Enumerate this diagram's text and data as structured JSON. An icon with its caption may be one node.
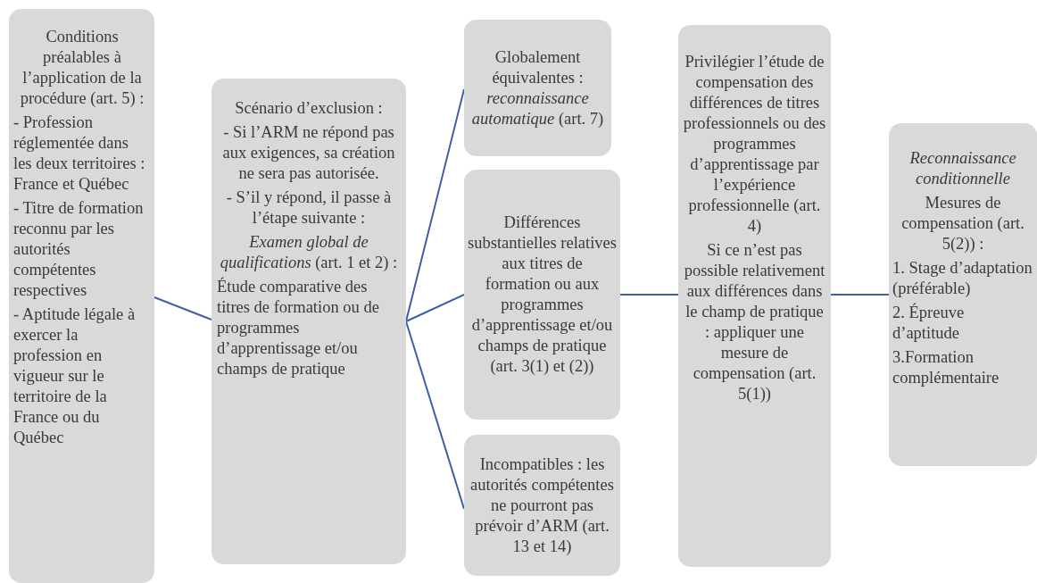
{
  "diagram": {
    "nodes": [
      {
        "text": [
          "Conditions préalables à l’application de la procédure (art. 5) :",
          "- Profession réglementée dans les deux territoires : France et Québec",
          "- Titre de formation reconnu par les autorités compétentes respectives",
          "- Aptitude légale à exercer la profession en vigueur sur le territoire de la France ou du Québec"
        ]
      },
      {
        "text": [
          "Scénario d’exclusion :",
          "- Si l’ARM ne répond pas aux exigences, sa création ne sera pas autorisée.",
          "- S’il y répond, il passe à l’étape suivante :",
          "*Examen global de qualifications* (art. 1 et 2) :",
          "Étude comparative des titres de formation ou de programmes d’apprentissage et/ou champs de pratique"
        ]
      },
      {
        "text": [
          "Globalement équivalentes : *reconnaissance automatique* (art. 7)"
        ]
      },
      {
        "text": [
          "Différences substantielles relatives aux titres de formation ou aux programmes d’apprentissage et/ou champs de pratique (art. 3(1) et (2))"
        ]
      },
      {
        "text": [
          "Incompatibles : les autorités compétentes ne pourront pas prévoir d’ARM (art. 13 et 14)"
        ]
      },
      {
        "text": [
          "Privilégier l’étude de compensation des différences de titres professionnels ou des programmes d’apprentissage par l’expérience professionnelle (art. 4)",
          "Si ce n’est pas possible relativement aux différences dans le champ de pratique : appliquer une mesure de compensation (art. 5(1))"
        ]
      },
      {
        "text": [
          "Reconnaissance conditionnelle",
          "Mesures de compensation (art. 5(2)) :",
          "1. Stage d’adaptation (préférable)",
          "2. Épreuve d’aptitude",
          "3.Formation complémentaire"
        ]
      }
    ],
    "edges": [
      {
        "from": 0,
        "to": 1,
        "arrow": "none"
      },
      {
        "from": 1,
        "to": 2,
        "arrow": "none"
      },
      {
        "from": 1,
        "to": 3,
        "arrow": "none"
      },
      {
        "from": 1,
        "to": 4,
        "arrow": "none"
      },
      {
        "from": 3,
        "to": 5,
        "arrow": "none"
      },
      {
        "from": 5,
        "to": 6,
        "arrow": "none"
      }
    ]
  }
}
